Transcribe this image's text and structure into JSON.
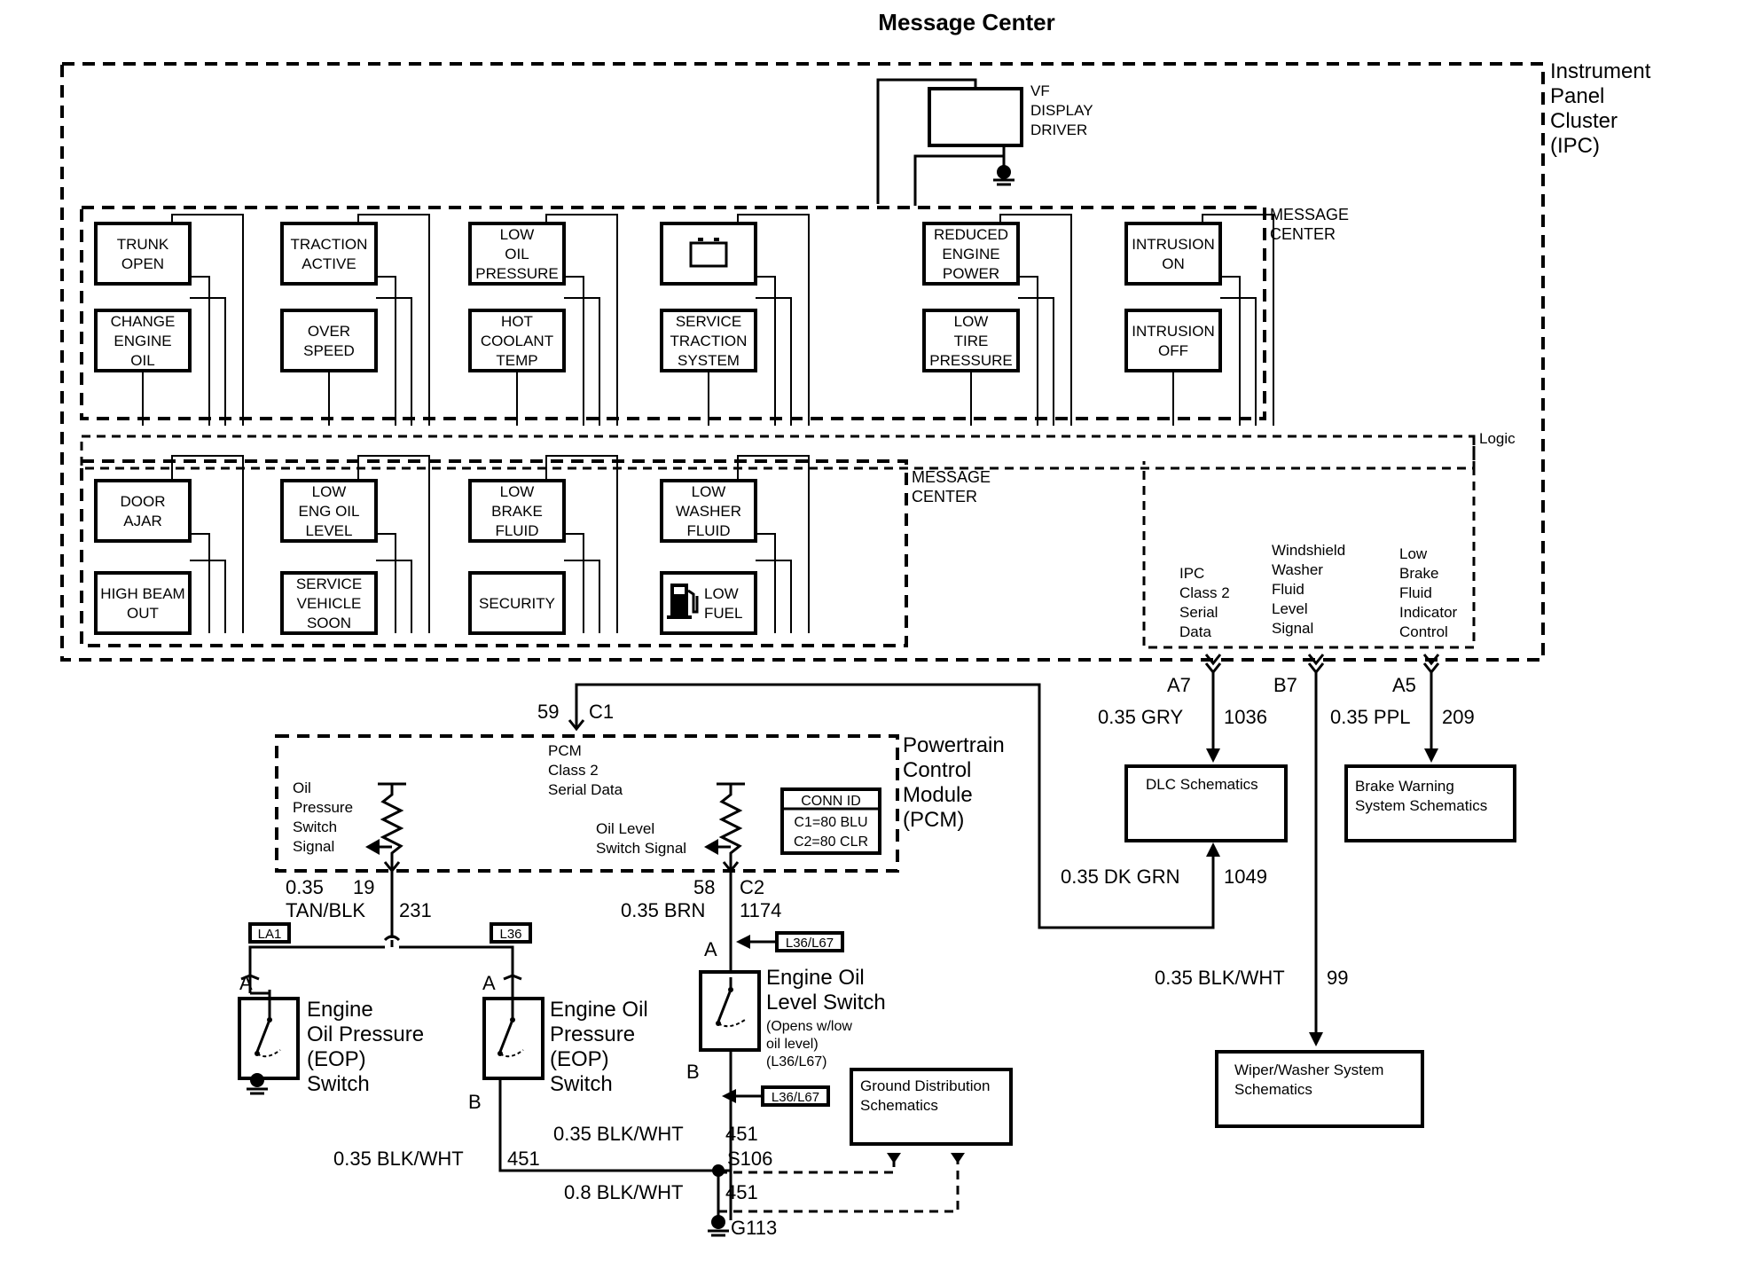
{
  "title": "Message Center",
  "ipc": {
    "label": [
      "Instrument",
      "Panel",
      "Cluster",
      "(IPC)"
    ]
  },
  "vf_driver": [
    "VF",
    "DISPLAY",
    "DRIVER"
  ],
  "message_center_label": [
    "MESSAGE",
    "CENTER"
  ],
  "logic_label": "Logic",
  "messages_upper": [
    {
      "top": [
        "TRUNK",
        "OPEN"
      ],
      "bottom": [
        "CHANGE",
        "ENGINE",
        "OIL"
      ]
    },
    {
      "top": [
        "TRACTION",
        "ACTIVE"
      ],
      "bottom": [
        "OVER",
        "SPEED"
      ]
    },
    {
      "top": [
        "LOW",
        "OIL",
        "PRESSURE"
      ],
      "bottom": [
        "HOT",
        "COOLANT",
        "TEMP"
      ]
    },
    {
      "top": [],
      "top_icon": "battery-icon",
      "bottom": [
        "SERVICE",
        "TRACTION",
        "SYSTEM"
      ]
    },
    {
      "top": [
        "REDUCED",
        "ENGINE",
        "POWER"
      ],
      "bottom": [
        "LOW",
        "TIRE",
        "PRESSURE"
      ]
    },
    {
      "top": [
        "INTRUSION",
        "ON"
      ],
      "bottom": [
        "INTRUSION",
        "OFF"
      ]
    }
  ],
  "messages_lower": [
    {
      "top": [
        "DOOR",
        "AJAR"
      ],
      "bottom": [
        "HIGH BEAM",
        "OUT"
      ]
    },
    {
      "top": [
        "LOW",
        "ENG OIL",
        "LEVEL"
      ],
      "bottom": [
        "SERVICE",
        "VEHICLE",
        "SOON"
      ]
    },
    {
      "top": [
        "LOW",
        "BRAKE",
        "FLUID"
      ],
      "bottom": [
        "SECURITY"
      ]
    },
    {
      "top": [
        "LOW",
        "WASHER",
        "FLUID"
      ],
      "bottom": [
        "LOW",
        "FUEL"
      ],
      "bottom_icon": "fuel-pump-icon"
    }
  ],
  "ipc_signals": [
    {
      "lines": [
        "IPC",
        "Class 2",
        "Serial",
        "Data"
      ],
      "pin": "A7",
      "wire": "0.35 GRY",
      "circuit": "1036"
    },
    {
      "lines": [
        "Windshield",
        "Washer",
        "Fluid",
        "Level",
        "Signal"
      ],
      "pin": "B7",
      "wire": "0.35 BLK/WHT",
      "circuit": "99"
    },
    {
      "lines": [
        "Low",
        "Brake",
        "Fluid",
        "Indicator",
        "Control"
      ],
      "pin": "A5",
      "wire": "0.35 PPL",
      "circuit": "209"
    }
  ],
  "pcm": {
    "label": [
      "Powertrain",
      "Control",
      "Module",
      "(PCM)"
    ],
    "class2": [
      "PCM",
      "Class 2",
      "Serial Data"
    ],
    "class2_pin": "59",
    "class2_conn": "C1",
    "oil_pressure_signal": [
      "Oil",
      "Pressure",
      "Switch",
      "Signal"
    ],
    "oil_level_signal": [
      "Oil Level",
      "Switch Signal"
    ],
    "conn_id": {
      "title": "CONN ID",
      "c1": "C1=80 BLU",
      "c2": "C2=80 CLR"
    },
    "oil_pressure_pin": "19",
    "oil_pressure_wire": [
      "0.35",
      "TAN/BLK"
    ],
    "oil_pressure_circuit": "231",
    "oil_level_pin": "58",
    "oil_level_conn": "C2",
    "oil_level_wire": "0.35 BRN",
    "oil_level_circuit": "1174"
  },
  "options": {
    "la1": "LA1",
    "l36": "L36",
    "l36_l67_a": "L36/L67",
    "l36_l67_b": "L36/L67"
  },
  "switches": {
    "eop_left": {
      "pin": "A",
      "label": [
        "Engine",
        "Oil Pressure",
        "(EOP)",
        "Switch"
      ]
    },
    "eop_right": {
      "pin_a": "A",
      "pin_b": "B",
      "label": [
        "Engine Oil",
        "Pressure",
        "(EOP)",
        "Switch"
      ]
    },
    "level": {
      "pin_a": "A",
      "pin_b": "B",
      "label": [
        "Engine Oil",
        "Level Switch"
      ],
      "note": [
        "(Opens w/low",
        "oil level)",
        "(L36/L67)"
      ]
    }
  },
  "grounds": {
    "left_wire": "0.35 BLK/WHT",
    "left_circuit": "451",
    "center_wire": "0.35 BLK/WHT",
    "center_circuit": "451",
    "splice": "S106",
    "ground_wire": "0.8 BLK/WHT",
    "ground_circuit": "451",
    "ground_id": "G113"
  },
  "references": {
    "dlc": "DLC Schematics",
    "brake": [
      "Brake Warning",
      "System Schematics"
    ],
    "wiper": [
      "Wiper/Washer System",
      "Schematics"
    ],
    "ground_dist": [
      "Ground Distribution",
      "Schematics"
    ]
  },
  "dlc_wire": "0.35 DK GRN",
  "dlc_circuit": "1049"
}
